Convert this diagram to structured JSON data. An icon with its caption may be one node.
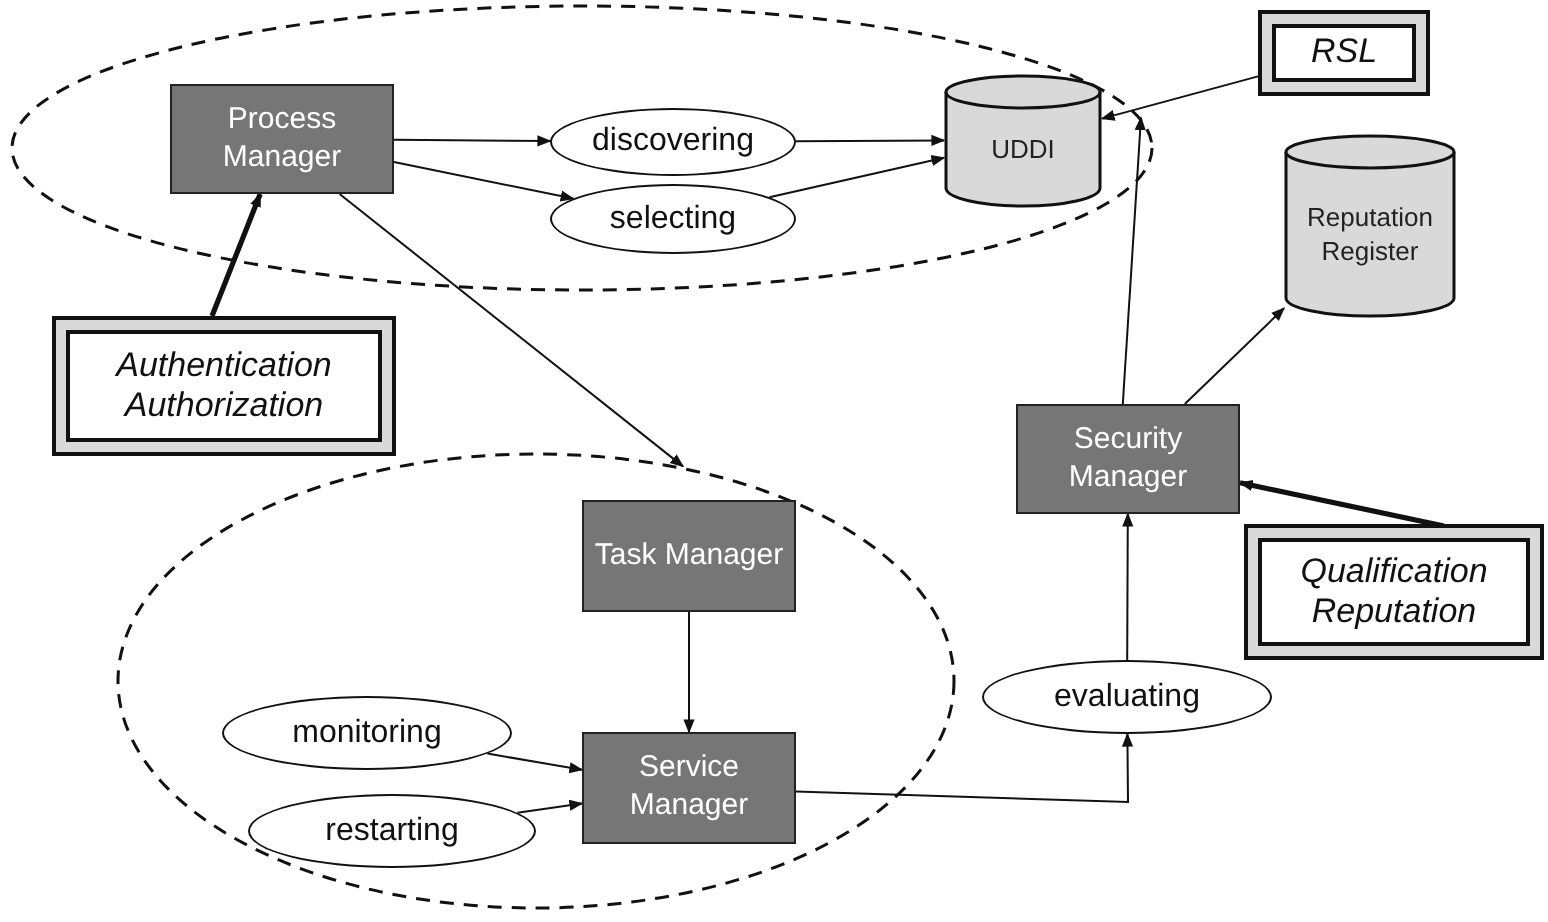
{
  "diagram": {
    "nodes": [
      {
        "text": [],
        "shape": "ellipse"
      },
      {
        "text": [
          "Process Manager"
        ],
        "in": 0
      },
      {
        "text": [
          "discovering"
        ],
        "in": 0
      },
      {
        "text": [
          "selecting"
        ],
        "in": 0
      },
      {
        "text": [
          "UDDI"
        ],
        "in": 0
      },
      {
        "text": [
          "RSL"
        ]
      },
      {
        "text": [
          "Reputation Register"
        ]
      },
      {
        "text": [
          "Authentication Authorization"
        ]
      },
      {
        "text": [
          "Security Manager"
        ]
      },
      {
        "text": [],
        "shape": "ellipse"
      },
      {
        "text": [
          "Task Manager"
        ],
        "in": 9
      },
      {
        "text": [
          "Qualification Reputation"
        ]
      },
      {
        "text": [
          "monitoring"
        ],
        "in": 9
      },
      {
        "text": [
          "evaluating"
        ]
      },
      {
        "text": [
          "Service Manager"
        ],
        "in": 9
      },
      {
        "text": [
          "restarting"
        ],
        "in": 9
      }
    ],
    "edges": [
      {
        "from": 1,
        "to": 2,
        "arrow": "to"
      },
      {
        "from": 1,
        "to": 3,
        "arrow": "to"
      },
      {
        "from": 2,
        "to": 4,
        "arrow": "to"
      },
      {
        "from": 3,
        "to": 4,
        "arrow": "to"
      },
      {
        "from": 5,
        "to": 4,
        "arrow": "to"
      },
      {
        "from": 7,
        "to": 1,
        "arrow": "to",
        "style": "thick"
      },
      {
        "from": 1,
        "to": 9,
        "arrow": "to"
      },
      {
        "from": 8,
        "to": 0,
        "arrow": "to"
      },
      {
        "from": 8,
        "to": 6,
        "arrow": "to"
      },
      {
        "from": 11,
        "to": 8,
        "arrow": "to",
        "style": "thick"
      },
      {
        "from": 10,
        "to": 14,
        "arrow": "to"
      },
      {
        "from": 12,
        "to": 14,
        "arrow": "to"
      },
      {
        "from": 15,
        "to": 14,
        "arrow": "to"
      },
      {
        "from": 14,
        "to": 13,
        "arrow": "to"
      },
      {
        "from": 13,
        "to": 8,
        "arrow": "to"
      }
    ]
  }
}
